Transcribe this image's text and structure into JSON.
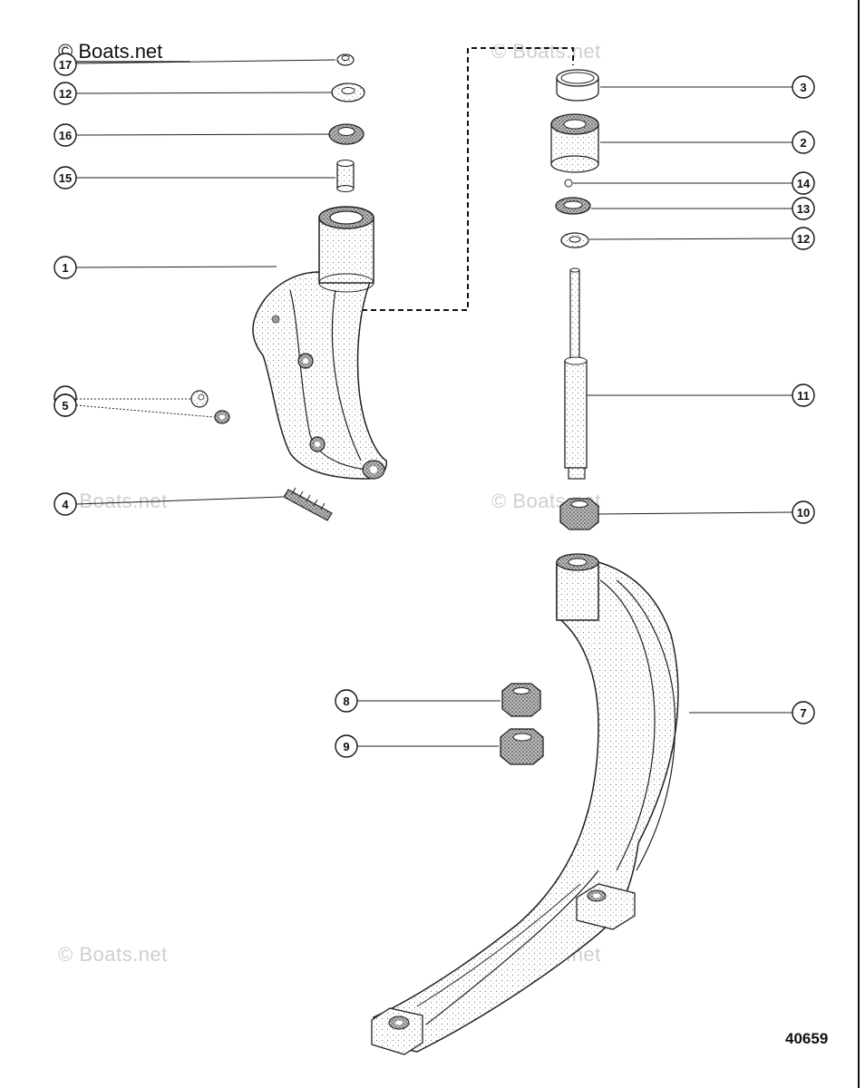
{
  "watermarks": {
    "top_left": "© Boats.net",
    "top_right": "© Boats.net",
    "mid_left": "© Boats.net",
    "mid_right": "© Boats.net",
    "bottom_left": "© Boats.net",
    "bottom_right": "© Boats.net"
  },
  "drawing_number": "40659",
  "callouts": {
    "c17": "17",
    "c12a": "12",
    "c16": "16",
    "c15": "15",
    "c1": "1",
    "c6": "6",
    "c5": "5",
    "c4": "4",
    "c3": "3",
    "c2": "2",
    "c14": "14",
    "c13": "13",
    "c12b": "12",
    "c11": "11",
    "c10": "10",
    "c8": "8",
    "c9": "9",
    "c7": "7"
  }
}
